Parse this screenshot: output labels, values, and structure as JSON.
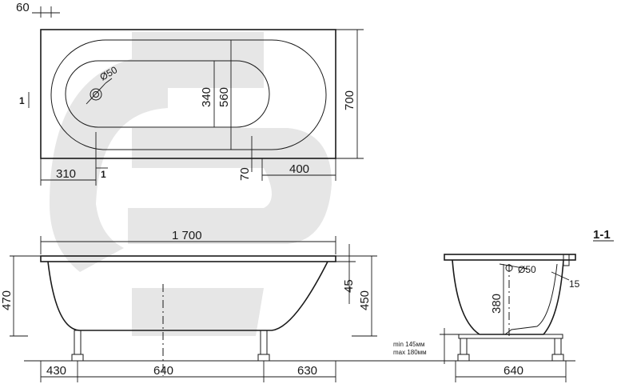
{
  "top_view": {
    "dim_rim": "60",
    "dim_bowl_width": "340",
    "dim_inner_width": "560",
    "dim_total_width": "700",
    "dim_drain_offset": "310",
    "dim_70": "70",
    "dim_400": "400",
    "drain_label": "Ø50",
    "section_mark_left": "1",
    "section_mark_bottom": "1"
  },
  "side_view": {
    "dim_length": "1 700",
    "dim_height": "470",
    "dim_45": "45",
    "dim_450": "450",
    "dim_leg_left": "430",
    "dim_leg_span": "640",
    "dim_leg_right": "630"
  },
  "section_view": {
    "title": "1-1",
    "drain_label": "Ø50",
    "dim_15": "15",
    "dim_380": "380",
    "dim_640": "640",
    "leg_min": "min 145мм",
    "leg_max": "max 180мм"
  }
}
